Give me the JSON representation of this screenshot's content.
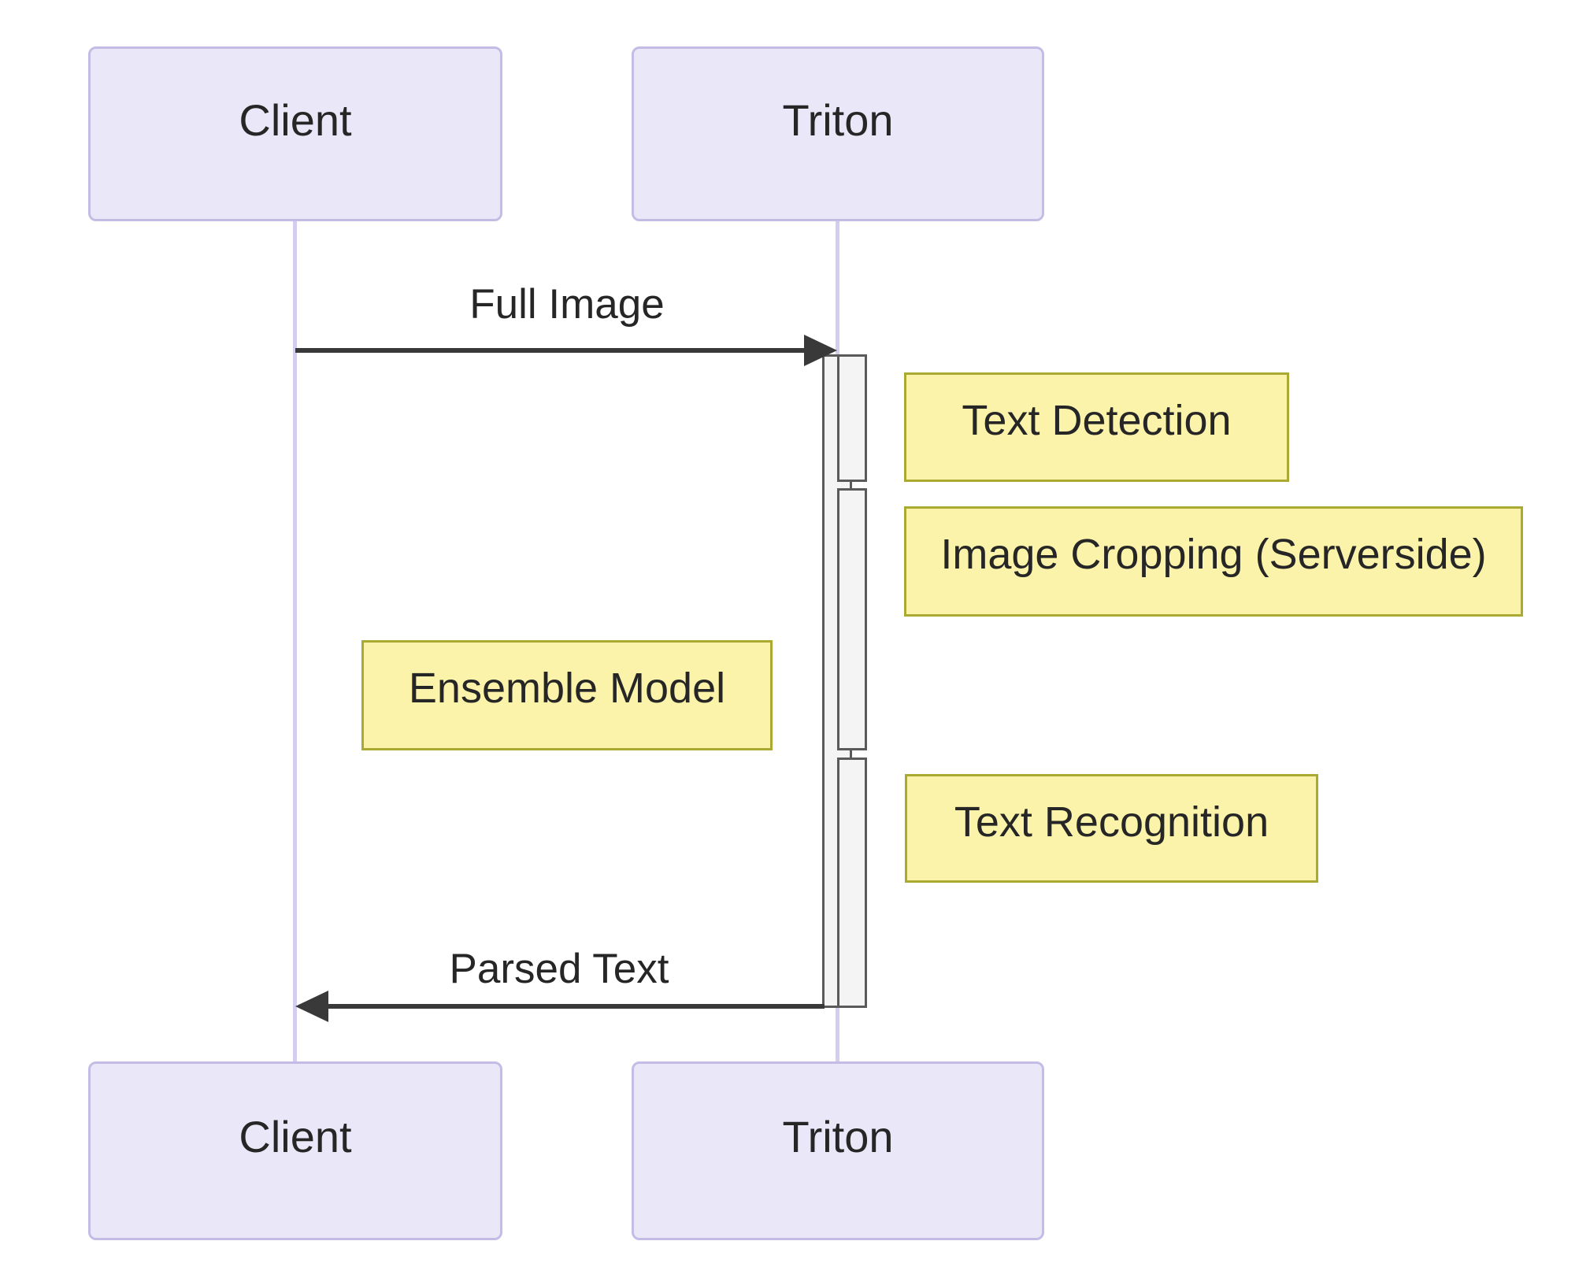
{
  "actors": {
    "client": "Client",
    "triton": "Triton"
  },
  "messages": {
    "request": "Full Image",
    "response": "Parsed Text"
  },
  "notes": {
    "text_detection": "Text Detection",
    "image_cropping": "Image Cropping (Serverside)",
    "ensemble_model": "Ensemble Model",
    "text_recognition": "Text Recognition"
  },
  "colors": {
    "actor_fill": "#EAE8F8",
    "actor_border": "#C5BCE5",
    "lifeline": "#D5CDF0",
    "note_fill": "#FBF3A9",
    "note_border": "#AAAA33",
    "activation_fill": "#F4F4F4",
    "activation_border": "#5A5A5A",
    "arrow": "#393939",
    "text": "#262626"
  }
}
